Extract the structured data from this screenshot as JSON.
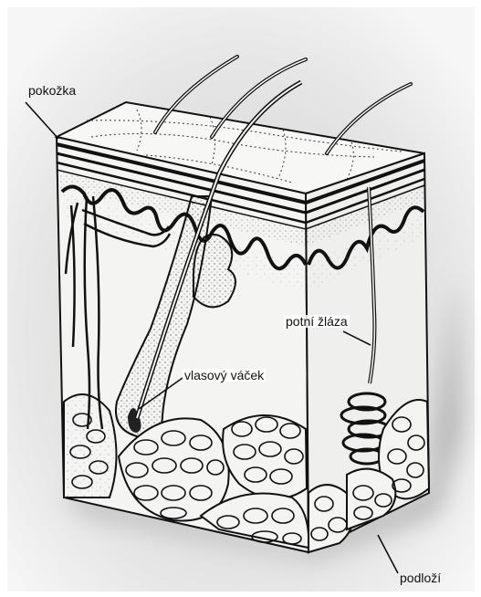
{
  "labels": {
    "epidermis": "pokožka",
    "sweat_gland": "potní žláza",
    "hair_follicle": "vlasový váček",
    "subcutis": "podloží"
  },
  "colors": {
    "ink": "#111111",
    "background": "#ffffff",
    "shadow": "#9a9a9a",
    "tissue": "#f4f4f2"
  }
}
